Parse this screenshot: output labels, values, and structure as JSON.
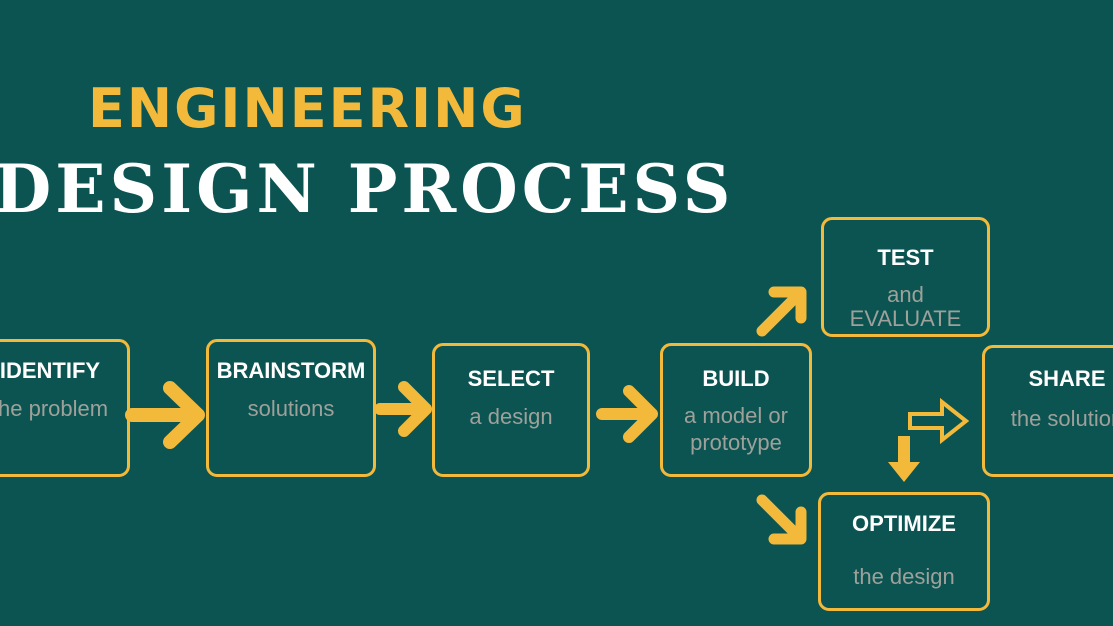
{
  "title": {
    "line1": "ENGINEERING",
    "line2": "DESIGN PROCESS"
  },
  "steps": [
    {
      "id": "identify",
      "title": "IDENTIFY",
      "subtitle": [
        "the problem"
      ]
    },
    {
      "id": "brainstorm",
      "title": "BRAINSTORM",
      "subtitle": [
        "solutions"
      ]
    },
    {
      "id": "select",
      "title": "SELECT",
      "subtitle": [
        "a design"
      ]
    },
    {
      "id": "build",
      "title": "BUILD",
      "subtitle": [
        "a model or",
        "prototype"
      ]
    },
    {
      "id": "test",
      "title": "TEST",
      "subtitle": [
        "and",
        "EVALUATE"
      ]
    },
    {
      "id": "optimize",
      "title": "OPTIMIZE",
      "subtitle": [
        "the design"
      ]
    },
    {
      "id": "share",
      "title": "SHARE",
      "subtitle": [
        "the solution"
      ]
    }
  ],
  "colors": {
    "background": "#0b5452",
    "accent": "#f2b93b",
    "title_text": "#ffffff",
    "subtitle_text": "#9ea09a"
  }
}
